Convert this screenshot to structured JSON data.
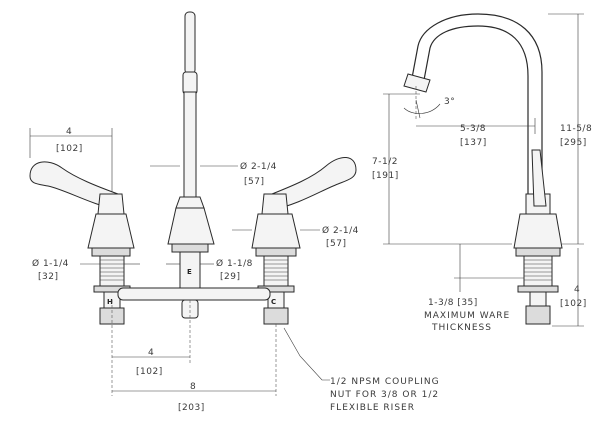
{
  "front_view": {
    "handle_width": "4",
    "handle_width_mm": "[102]",
    "spout_dia": "Ø 2-1/4",
    "spout_dia_mm": "[57]",
    "valve_dia_right": "Ø 2-1/4",
    "valve_dia_right_mm": "[57]",
    "shank_dia_left": "Ø 1-1/4",
    "shank_dia_left_mm": "[32]",
    "shank_dia_center": "Ø 1-1/8",
    "shank_dia_center_mm": "[29]",
    "center_to_center": "4",
    "center_to_center_mm": "[102]",
    "overall_spread": "8",
    "overall_spread_mm": "[203]",
    "coupling_note_1": "1/2 NPSM COUPLING",
    "coupling_note_2": "NUT FOR 3/8 OR 1/2",
    "coupling_note_3": "FLEXIBLE RISER",
    "hot_mark": "H",
    "cold_mark": "C",
    "center_mark": "E"
  },
  "side_view": {
    "spout_angle": "3°",
    "spout_reach": "5-3/8",
    "spout_reach_mm": "[137]",
    "spout_height": "7-1/2",
    "spout_height_mm": "[191]",
    "overall_height": "11-5/8",
    "overall_height_mm": "[295]",
    "shank_length": "4",
    "shank_length_mm": "[102]",
    "ware_thickness": "1-3/8 [35]",
    "ware_note_1": "MAXIMUM WARE",
    "ware_note_2": "THICKNESS"
  }
}
